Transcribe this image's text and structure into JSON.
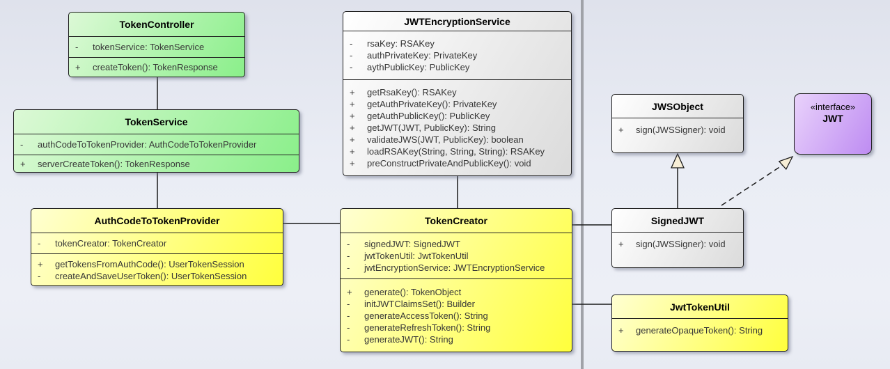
{
  "diagram": {
    "kind": "uml-class-diagram",
    "colors": {
      "green_light": "#dcf9d6",
      "green_dark": "#8aef8a",
      "yellow_light": "#ffffd2",
      "yellow_dark": "#ffff3c",
      "gray_light": "#ffffff",
      "gray_dark": "#dbdbdb",
      "purple_light": "#e9d2fb",
      "purple_dark": "#be8cf2",
      "border": "#1f1f1f",
      "divider": "#a0a2a8",
      "arrow_head_fill": "#f7eed6",
      "background": "#eaedf5"
    }
  },
  "classes": [
    {
      "name": "TokenController",
      "scheme": "green",
      "attributes": [
        {
          "vis": "-",
          "text": "tokenService: TokenService"
        }
      ],
      "methods": [
        {
          "vis": "+",
          "text": "createToken(): TokenResponse"
        }
      ]
    },
    {
      "name": "TokenService",
      "scheme": "green",
      "attributes": [
        {
          "vis": "-",
          "text": "authCodeToTokenProvider: AuthCodeToTokenProvider"
        }
      ],
      "methods": [
        {
          "vis": "+",
          "text": "serverCreateToken(): TokenResponse"
        }
      ]
    },
    {
      "name": "AuthCodeToTokenProvider",
      "scheme": "yellow",
      "attributes": [
        {
          "vis": "-",
          "text": "tokenCreator: TokenCreator"
        }
      ],
      "methods": [
        {
          "vis": "+",
          "text": "getTokensFromAuthCode(): UserTokenSession"
        },
        {
          "vis": "-",
          "text": "createAndSaveUserToken(): UserTokenSession"
        }
      ]
    },
    {
      "name": "JWTEncryptionService",
      "scheme": "gray",
      "attributes": [
        {
          "vis": "-",
          "text": "rsaKey: RSAKey"
        },
        {
          "vis": "-",
          "text": "authPrivateKey: PrivateKey"
        },
        {
          "vis": "-",
          "text": "aythPublicKey: PublicKey"
        }
      ],
      "methods": [
        {
          "vis": "+",
          "text": "getRsaKey(): RSAKey"
        },
        {
          "vis": "+",
          "text": "getAuthPrivateKey(): PrivateKey"
        },
        {
          "vis": "+",
          "text": "getAuthPublicKey(): PublicKey"
        },
        {
          "vis": "+",
          "text": "getJWT(JWT, PublicKey): String"
        },
        {
          "vis": "+",
          "text": "validateJWS(JWT, PublicKey): boolean"
        },
        {
          "vis": "+",
          "text": "loadRSAKey(String, String, String): RSAKey"
        },
        {
          "vis": "+",
          "text": "preConstructPrivateAndPublicKey(): void"
        }
      ]
    },
    {
      "name": "TokenCreator",
      "scheme": "yellow",
      "attributes": [
        {
          "vis": "-",
          "text": "signedJWT: SignedJWT"
        },
        {
          "vis": "-",
          "text": "jwtTokenUtil: JwtTokenUtil"
        },
        {
          "vis": "-",
          "text": "jwtEncryptionService: JWTEncryptionService"
        }
      ],
      "methods": [
        {
          "vis": "+",
          "text": "generate(): TokenObject"
        },
        {
          "vis": "-",
          "text": "initJWTClaimsSet(): Builder"
        },
        {
          "vis": "-",
          "text": "generateAccessToken(): String"
        },
        {
          "vis": "-",
          "text": "generateRefreshToken(): String"
        },
        {
          "vis": "-",
          "text": "generateJWT(): String"
        }
      ]
    },
    {
      "name": "JWSObject",
      "scheme": "gray",
      "attributes": [],
      "methods": [
        {
          "vis": "+",
          "text": "sign(JWSSigner): void"
        }
      ]
    },
    {
      "name": "JWT",
      "stereotype": "«interface»",
      "scheme": "purple",
      "attributes": [],
      "methods": []
    },
    {
      "name": "SignedJWT",
      "scheme": "gray",
      "attributes": [],
      "methods": [
        {
          "vis": "+",
          "text": "sign(JWSSigner): void"
        }
      ]
    },
    {
      "name": "JwtTokenUtil",
      "scheme": "yellow",
      "attributes": [],
      "methods": [
        {
          "vis": "+",
          "text": "generateOpaqueToken(): String"
        }
      ]
    }
  ],
  "relationships": [
    {
      "type": "association",
      "from": "TokenController",
      "to": "TokenService"
    },
    {
      "type": "association",
      "from": "TokenService",
      "to": "AuthCodeToTokenProvider"
    },
    {
      "type": "association",
      "from": "AuthCodeToTokenProvider",
      "to": "TokenCreator"
    },
    {
      "type": "association",
      "from": "JWTEncryptionService",
      "to": "TokenCreator"
    },
    {
      "type": "association",
      "from": "TokenCreator",
      "to": "SignedJWT"
    },
    {
      "type": "association",
      "from": "TokenCreator",
      "to": "JwtTokenUtil"
    },
    {
      "type": "generalization",
      "from": "SignedJWT",
      "to": "JWSObject"
    },
    {
      "type": "realization",
      "from": "SignedJWT",
      "to": "JWT"
    }
  ]
}
